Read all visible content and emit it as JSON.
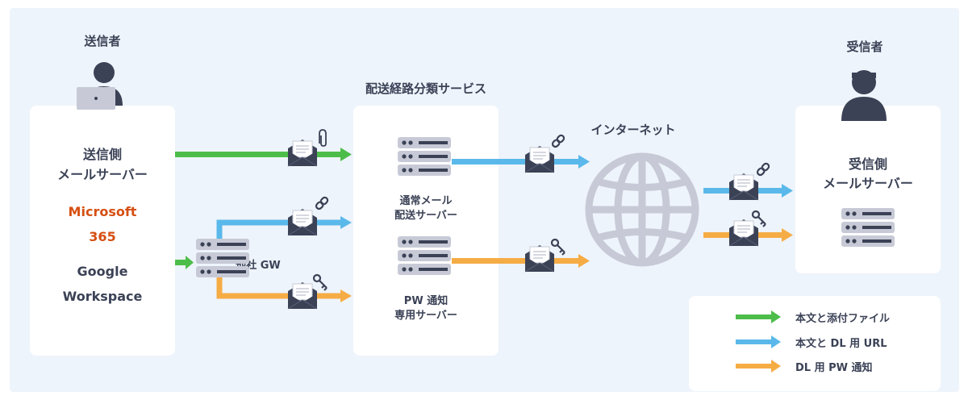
{
  "sender": {
    "role": "送信者",
    "server_title_1": "送信側",
    "server_title_2": "メールサーバー",
    "provider1_line1": "Microsoft",
    "provider1_line2": "365",
    "provider2_line1": "Google",
    "provider2_line2": "Workspace",
    "accent_color": "#d64f12"
  },
  "gateway": {
    "label": "他社 GW"
  },
  "service": {
    "title": "配送経路分類サービス",
    "server1_line1": "通常メール",
    "server1_line2": "配送サーバー",
    "server2_line1": "PW 通知",
    "server2_line2": "専用サーバー"
  },
  "internet": {
    "label": "インターネット"
  },
  "receiver": {
    "role": "受信者",
    "server_title_1": "受信側",
    "server_title_2": "メールサーバー"
  },
  "legend": [
    {
      "label": "本文と添付ファイル",
      "color": "#4dbd4a"
    },
    {
      "label": "本文と DL 用 URL",
      "color": "#5ab9ea"
    },
    {
      "label": "DL 用 PW 通知",
      "color": "#f6ac45"
    }
  ],
  "icons": [
    "person-icon",
    "laptop-icon",
    "envelope-icon",
    "paperclip-icon",
    "link-icon",
    "key-icon",
    "server-icon",
    "globe-icon"
  ]
}
